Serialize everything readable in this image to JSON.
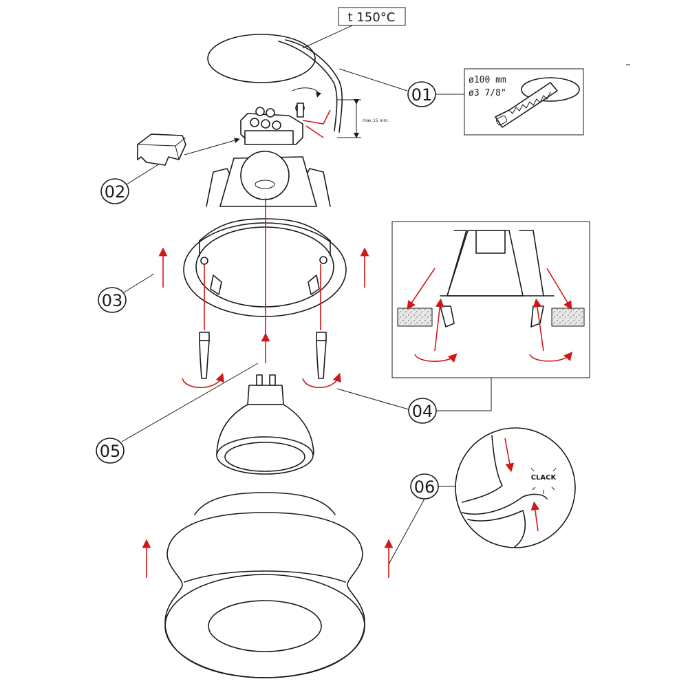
{
  "diagram": {
    "temperature": "t 150°C",
    "hole_size": {
      "metric": "ø100 mm",
      "imperial": "ø3 7/8\""
    },
    "cable_strip_length": "max 15 mm.",
    "clack_label": "CLACK",
    "steps": [
      "01",
      "02",
      "03",
      "04",
      "05",
      "06"
    ]
  },
  "colors": {
    "line": "#1a1a1a",
    "accent": "#d01818"
  }
}
